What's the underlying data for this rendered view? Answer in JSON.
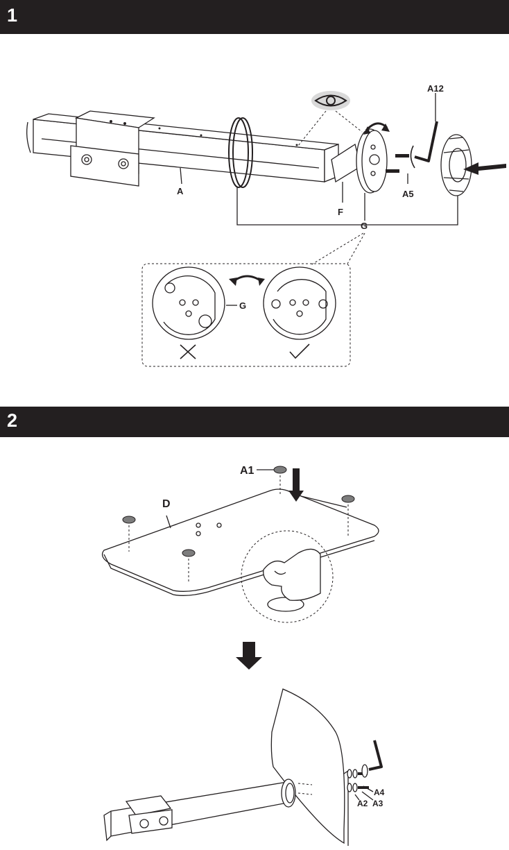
{
  "steps": [
    {
      "number": "1"
    },
    {
      "number": "2"
    }
  ],
  "step1": {
    "labels": {
      "A": "A",
      "A12": "A12",
      "A5": "A5",
      "F": "F",
      "G": "G",
      "G_detail": "G"
    }
  },
  "step2": {
    "labels": {
      "A1": "A1",
      "D": "D",
      "A4": "A4",
      "A2": "A2",
      "A3": "A3"
    }
  },
  "icons": [
    "eye-icon",
    "rotate-arrow-icon",
    "push-arrow-icon",
    "cross-icon",
    "check-icon",
    "down-arrow-icon",
    "allen-key-icon"
  ]
}
